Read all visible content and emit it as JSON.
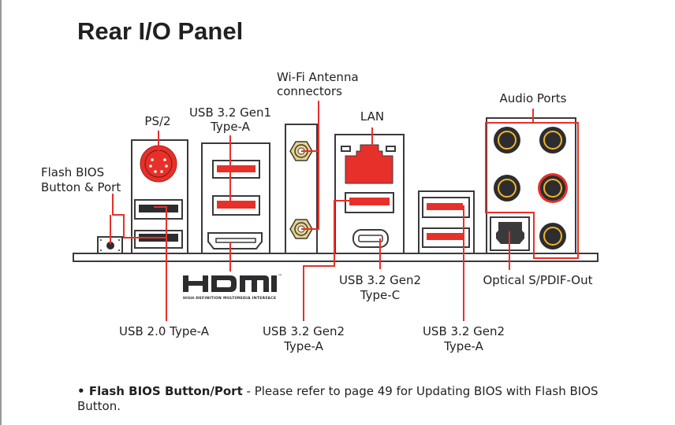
{
  "title": "Rear I/O Panel",
  "labels": {
    "wifi_1": "Wi-Fi Antenna",
    "wifi_2": "connectors",
    "usb_gen1_1": "USB 3.2 Gen1",
    "usb_gen1_2": "Type-A",
    "ps2": "PS/2",
    "lan": "LAN",
    "audio": "Audio Ports",
    "flash_1": "Flash BIOS",
    "flash_2": "Button & Port",
    "typec_1": "USB 3.2 Gen2",
    "typec_2": "Type-C",
    "optical": "Optical S/PDIF-Out",
    "usb20": "USB 2.0 Type-A",
    "usb_gen2a_1": "USB 3.2 Gen2",
    "usb_gen2a_2": "Type-A",
    "usb_gen2b_1": "USB 3.2 Gen2",
    "usb_gen2b_2": "Type-A"
  },
  "hdmi_logo": {
    "text": "HDMI",
    "tm": "™",
    "subtitle": "HIGH-DEFINITION MULTIMEDIA INTERFACE"
  },
  "note": {
    "bullet": "•",
    "bold": "Flash BIOS Button/Port",
    "text": " - Please refer to page 49 for Updating BIOS with Flash BIOS Button."
  },
  "colors": {
    "accent": "#e8302a",
    "dark": "#2d2d30",
    "gold": "#f0b429"
  }
}
